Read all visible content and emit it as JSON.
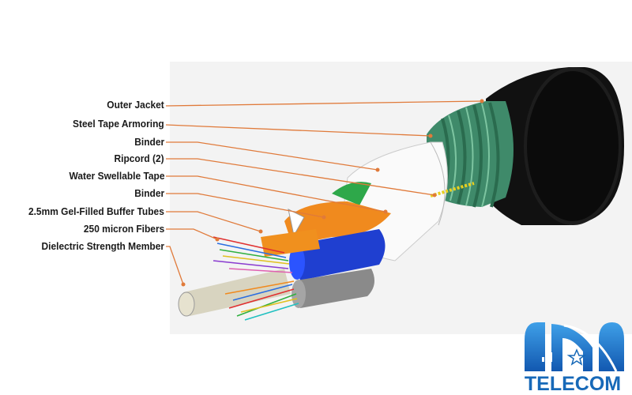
{
  "diagram": {
    "labels": [
      "Outer Jacket",
      "Steel Tape Armoring",
      "Binder",
      "Ripcord (2)",
      "Water Swellable Tape",
      "Binder",
      "2.5mm Gel-Filled Buffer Tubes",
      "250 micron Fibers",
      "Dielectric Strength Member"
    ],
    "leader_color": "#e07a3a"
  },
  "logo": {
    "text": "TELECOM",
    "mark": "HN",
    "color": "#1769b8"
  }
}
